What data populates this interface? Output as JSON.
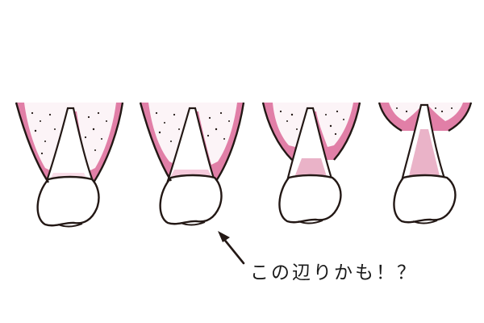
{
  "caption": "この辺りかも！？",
  "colors": {
    "gum": "#e17fa7",
    "gum_light": "#f9dde8",
    "bone": "#fcf4f7",
    "tooth": "#ffffff",
    "outline": "#231815",
    "root_exposed": "#eab3c8"
  },
  "stages": [
    {
      "name": "stage-1",
      "recession": 0.0
    },
    {
      "name": "stage-2",
      "recession": 0.15
    },
    {
      "name": "stage-3",
      "recession": 0.45
    },
    {
      "name": "stage-4",
      "recession": 0.85
    }
  ],
  "pointer_target": "stage-2"
}
